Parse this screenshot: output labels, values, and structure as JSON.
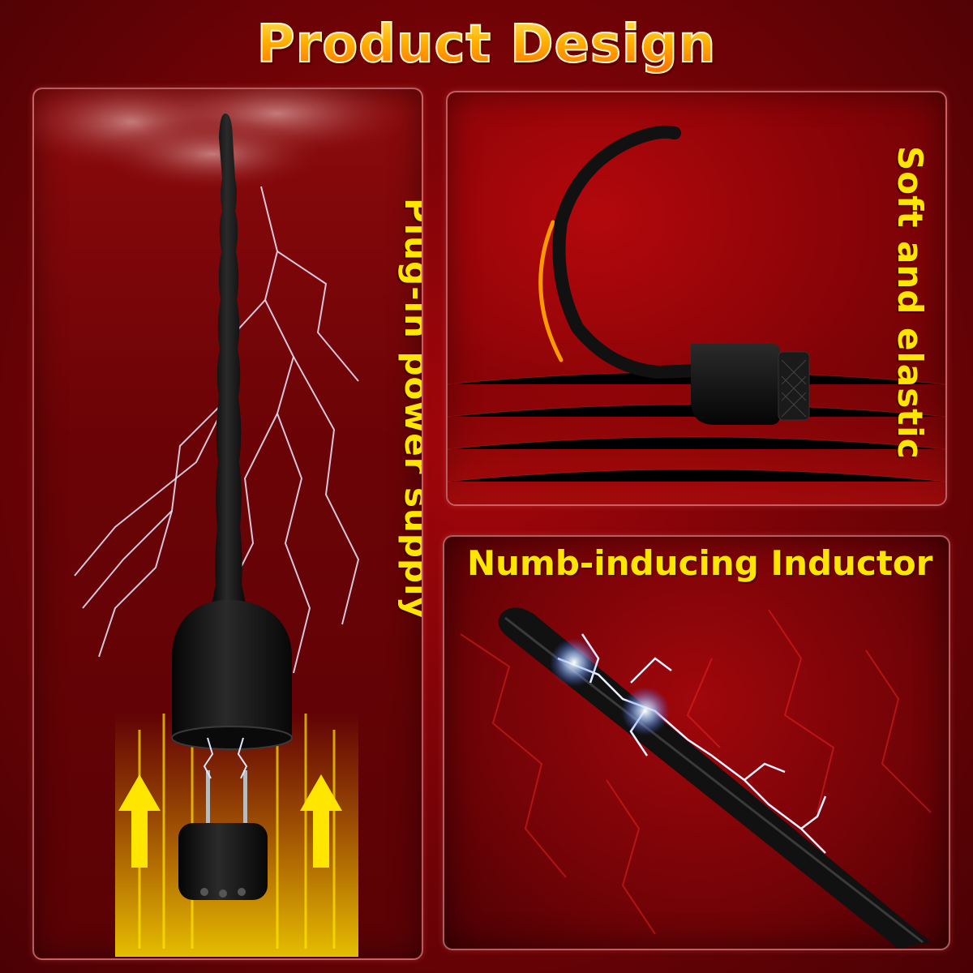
{
  "title": "Product Design",
  "panels": {
    "left": {
      "label": "Plug-in power supply"
    },
    "top_right": {
      "label": "Soft and elastic"
    },
    "bottom_right": {
      "label": "Numb-inducing Inductor"
    }
  },
  "colors": {
    "background": "#7a0307",
    "label_yellow": "#ffe600",
    "title_gradient_top": "#ffe45a",
    "title_gradient_bottom": "#ff6a00",
    "lightning": "#e6e6ff",
    "product_black": "#151515"
  },
  "icons": [
    "lightning-icon",
    "arrow-up-icon",
    "probe-icon",
    "plug-icon",
    "cloud-icon"
  ]
}
